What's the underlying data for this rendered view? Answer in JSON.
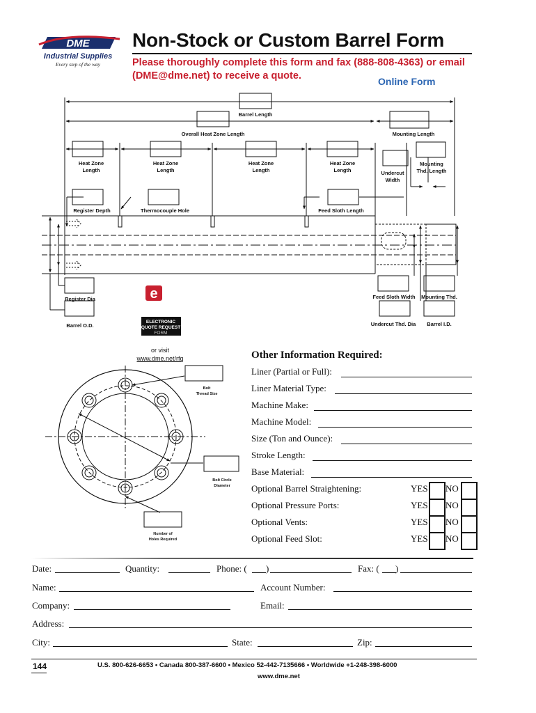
{
  "header": {
    "logo_text": "DME",
    "logo_sub": "Industrial Supplies",
    "logo_tagline": "Every step of the way",
    "title": "Non-Stock or Custom Barrel Form",
    "subtitle": "Please thoroughly complete this form and fax (888-808-4363) or email (DME@dme.net) to receive a quote.",
    "online_form": "Online Form"
  },
  "barrel_diagram": {
    "labels": {
      "barrel_length": "Barrel Length",
      "overall_heat_zone_length": "Overall Heat Zone Length",
      "mounting_length": "Mounting Length",
      "heat_zone_length": "Heat Zone Length",
      "heat_zone_1a": "Heat Zone",
      "heat_zone_1b": "Length",
      "undercut_width_a": "Undercut",
      "undercut_width_b": "Width",
      "mounting_thd_length_a": "Mounting",
      "mounting_thd_length_b": "Thd. Length",
      "register_depth": "Register Depth",
      "thermocouple_hole": "Thermocouple Hole",
      "feed_sloth_length": "Feed Sloth Length",
      "register_dia": "Register Dia",
      "feed_sloth_width": "Feed Sloth Width",
      "mounting_thd": "Mounting Thd.",
      "barrel_od": "Barrel O.D.",
      "undercut_thd_dia": "Undercut Thd. Dia",
      "barrel_id": "Barrel I.D."
    },
    "badge": {
      "letter": "e",
      "line1": "ELECTRONIC",
      "line2": "QUOTE REQUEST",
      "line3": "FORM"
    },
    "visit_text": "or visit",
    "visit_link": "www.dme.net/rfq"
  },
  "bolt_diagram": {
    "bolt_thread_size_a": "Bolt",
    "bolt_thread_size_b": "Thread Size",
    "bolt_circle_diameter_a": "Bolt Circle",
    "bolt_circle_diameter_b": "Diameter",
    "holes_required_a": "Number of",
    "holes_required_b": "Holes Required"
  },
  "other_info": {
    "title": "Other Information Required:",
    "fields": [
      "Liner (Partial or Full):",
      "Liner Material Type:",
      "Machine Make:",
      "Machine Model:",
      "Size (Ton and Ounce):",
      "Stroke Length:",
      "Base Material:"
    ],
    "options": [
      "Optional Barrel Straightening:",
      "Optional Pressure Ports:",
      "Optional Vents:",
      "Optional Feed Slot:"
    ],
    "yes": "YES",
    "no": "NO"
  },
  "contact": {
    "date": "Date:",
    "quantity": "Quantity:",
    "phone": "Phone: (",
    "fax": "Fax: (",
    "close_paren": ")",
    "name": "Name:",
    "account_number": "Account Number:",
    "company": "Company:",
    "email": "Email:",
    "address": "Address:",
    "city": "City:",
    "state": "State:",
    "zip": "Zip:"
  },
  "footer": {
    "page_number": "144",
    "phones": "U.S. 800-626-6653 • Canada 800-387-6600 • Mexico 52-442-7135666 • Worldwide +1-248-398-6000",
    "url": "www.dme.net"
  },
  "colors": {
    "brand_red": "#c8202f",
    "link_blue": "#2c66b3",
    "logo_blue": "#1b2f6e"
  }
}
